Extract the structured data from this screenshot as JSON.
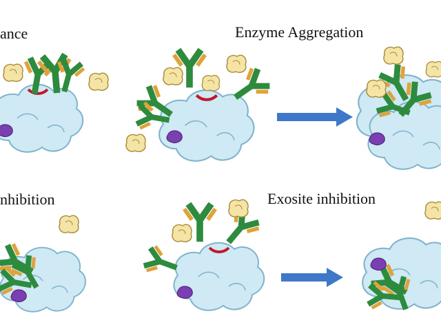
{
  "labels": {
    "top_left": "ance",
    "top_right": "Enzyme Aggregation",
    "bottom_left": "nhibition",
    "bottom_right": "Exosite inhibition"
  },
  "colors": {
    "enzyme_fill": "#cfe9f5",
    "enzyme_stroke": "#7fb4cc",
    "antibody_heavy": "#2e8b3e",
    "antibody_light": "#e0a23a",
    "active_site": "#c0182b",
    "substrate": "#f4e4a6",
    "inhibitor": "#7a3fb0",
    "arrow": "#3f78c8"
  },
  "icons": [
    "enzyme-shape",
    "antibody-y",
    "substrate-blob",
    "inhibitor-blob",
    "process-arrow"
  ]
}
